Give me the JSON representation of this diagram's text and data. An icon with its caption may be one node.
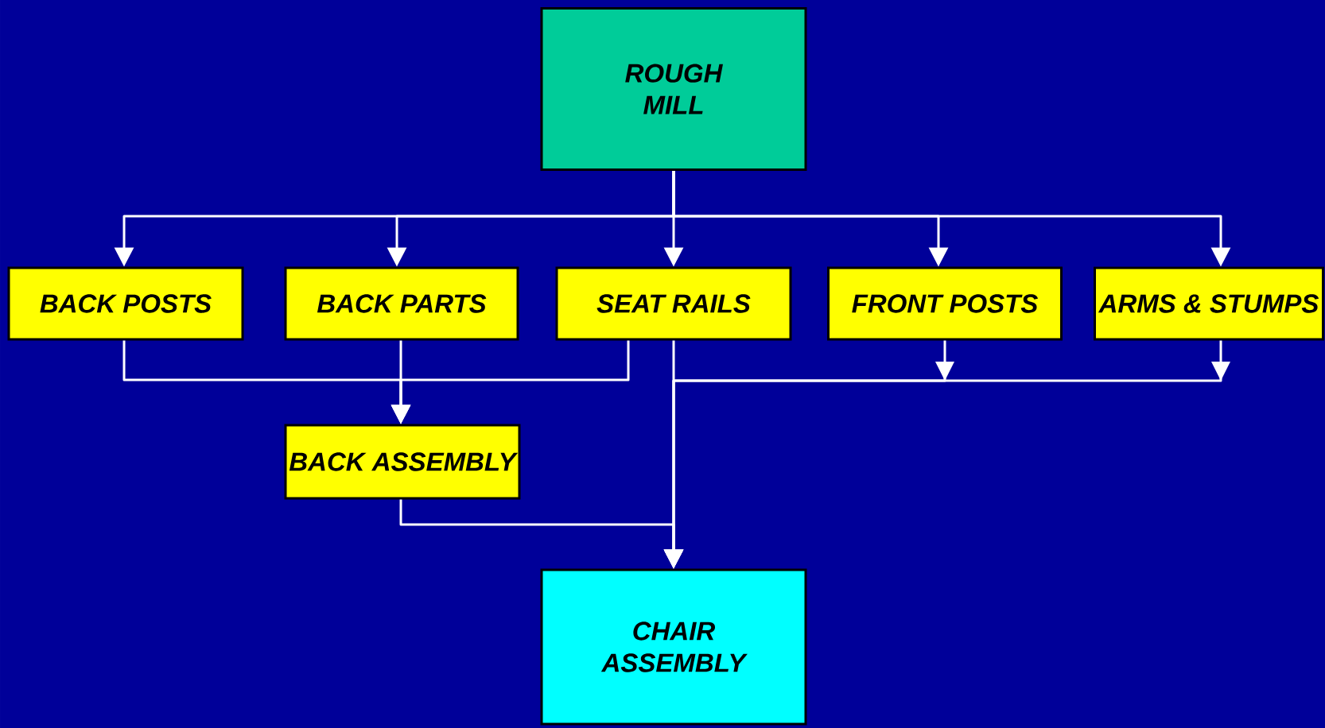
{
  "diagram": {
    "nodes": [
      {
        "text": [
          "ROUGH MILL"
        ]
      },
      {
        "text": [
          "BACK POSTS"
        ]
      },
      {
        "text": [
          "BACK PARTS"
        ]
      },
      {
        "text": [
          "SEAT RAILS"
        ]
      },
      {
        "text": [
          "FRONT POSTS"
        ]
      },
      {
        "text": [
          "ARMS & STUMPS"
        ]
      },
      {
        "text": [
          "BACK ASSEMBLY"
        ]
      },
      {
        "text": [
          "CHAIR ASSEMBLY"
        ]
      }
    ],
    "edges": [
      {
        "from": 0,
        "to": 1,
        "arrow": "to"
      },
      {
        "from": 0,
        "to": 2,
        "arrow": "to"
      },
      {
        "from": 0,
        "to": 3,
        "arrow": "to"
      },
      {
        "from": 0,
        "to": 4,
        "arrow": "to"
      },
      {
        "from": 0,
        "to": 5,
        "arrow": "to"
      },
      {
        "from": 1,
        "to": 6,
        "arrow": "to"
      },
      {
        "from": 2,
        "to": 6,
        "arrow": "to"
      },
      {
        "from": 3,
        "to": 6,
        "arrow": "to"
      },
      {
        "from": 3,
        "to": 7,
        "arrow": "to"
      },
      {
        "from": 4,
        "to": 7,
        "arrow": "to"
      },
      {
        "from": 5,
        "to": 7,
        "arrow": "to"
      },
      {
        "from": 6,
        "to": 7,
        "arrow": "to"
      }
    ]
  }
}
